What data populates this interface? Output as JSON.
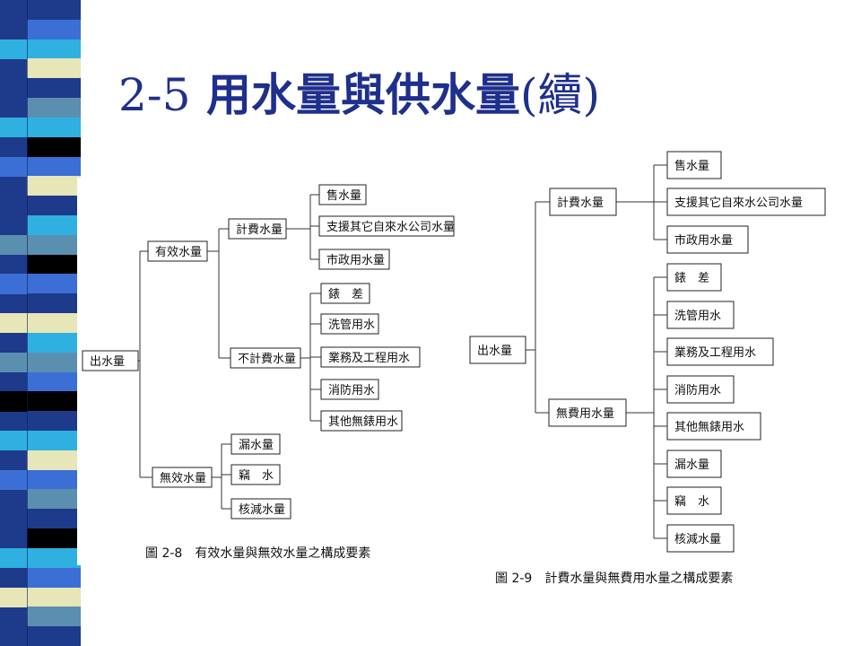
{
  "slide": {
    "title_number": "2-5",
    "title_text": "用水量與供水量",
    "title_suffix": "(續)"
  },
  "colors": {
    "title": "#1f2f8c",
    "stripe_palette": [
      "#1e3a8a",
      "#3b6fd6",
      "#2fb0e0",
      "#5b8fb0",
      "#e6e6b8",
      "#000000"
    ]
  },
  "figure_2_8": {
    "caption": "圖 2-8　有效水量與無效水量之構成要素",
    "root": "出水量",
    "effective": {
      "label": "有效水量",
      "billed": {
        "label": "計費水量",
        "items": [
          "售水量",
          "支援其它自來水公司水量",
          "市政用水量"
        ]
      },
      "unbilled": {
        "label": "不計費水量",
        "items": [
          "錶　差",
          "洗管用水",
          "業務及工程用水",
          "消防用水",
          "其他無錶用水"
        ]
      }
    },
    "ineffective": {
      "label": "無效水量",
      "items": [
        "漏水量",
        "竊　水",
        "核減水量"
      ]
    }
  },
  "figure_2_9": {
    "caption": "圖 2-9　計費水量與無費用水量之構成要素",
    "root": "出水量",
    "billed": {
      "label": "計費水量",
      "items": [
        "售水量",
        "支援其它自來水公司水量",
        "市政用水量"
      ]
    },
    "nonrevenue": {
      "label": "無費用水量",
      "items": [
        "錶　差",
        "洗管用水",
        "業務及工程用水",
        "消防用水",
        "其他無錶用水",
        "漏水量",
        "竊　水",
        "核減水量"
      ]
    }
  }
}
